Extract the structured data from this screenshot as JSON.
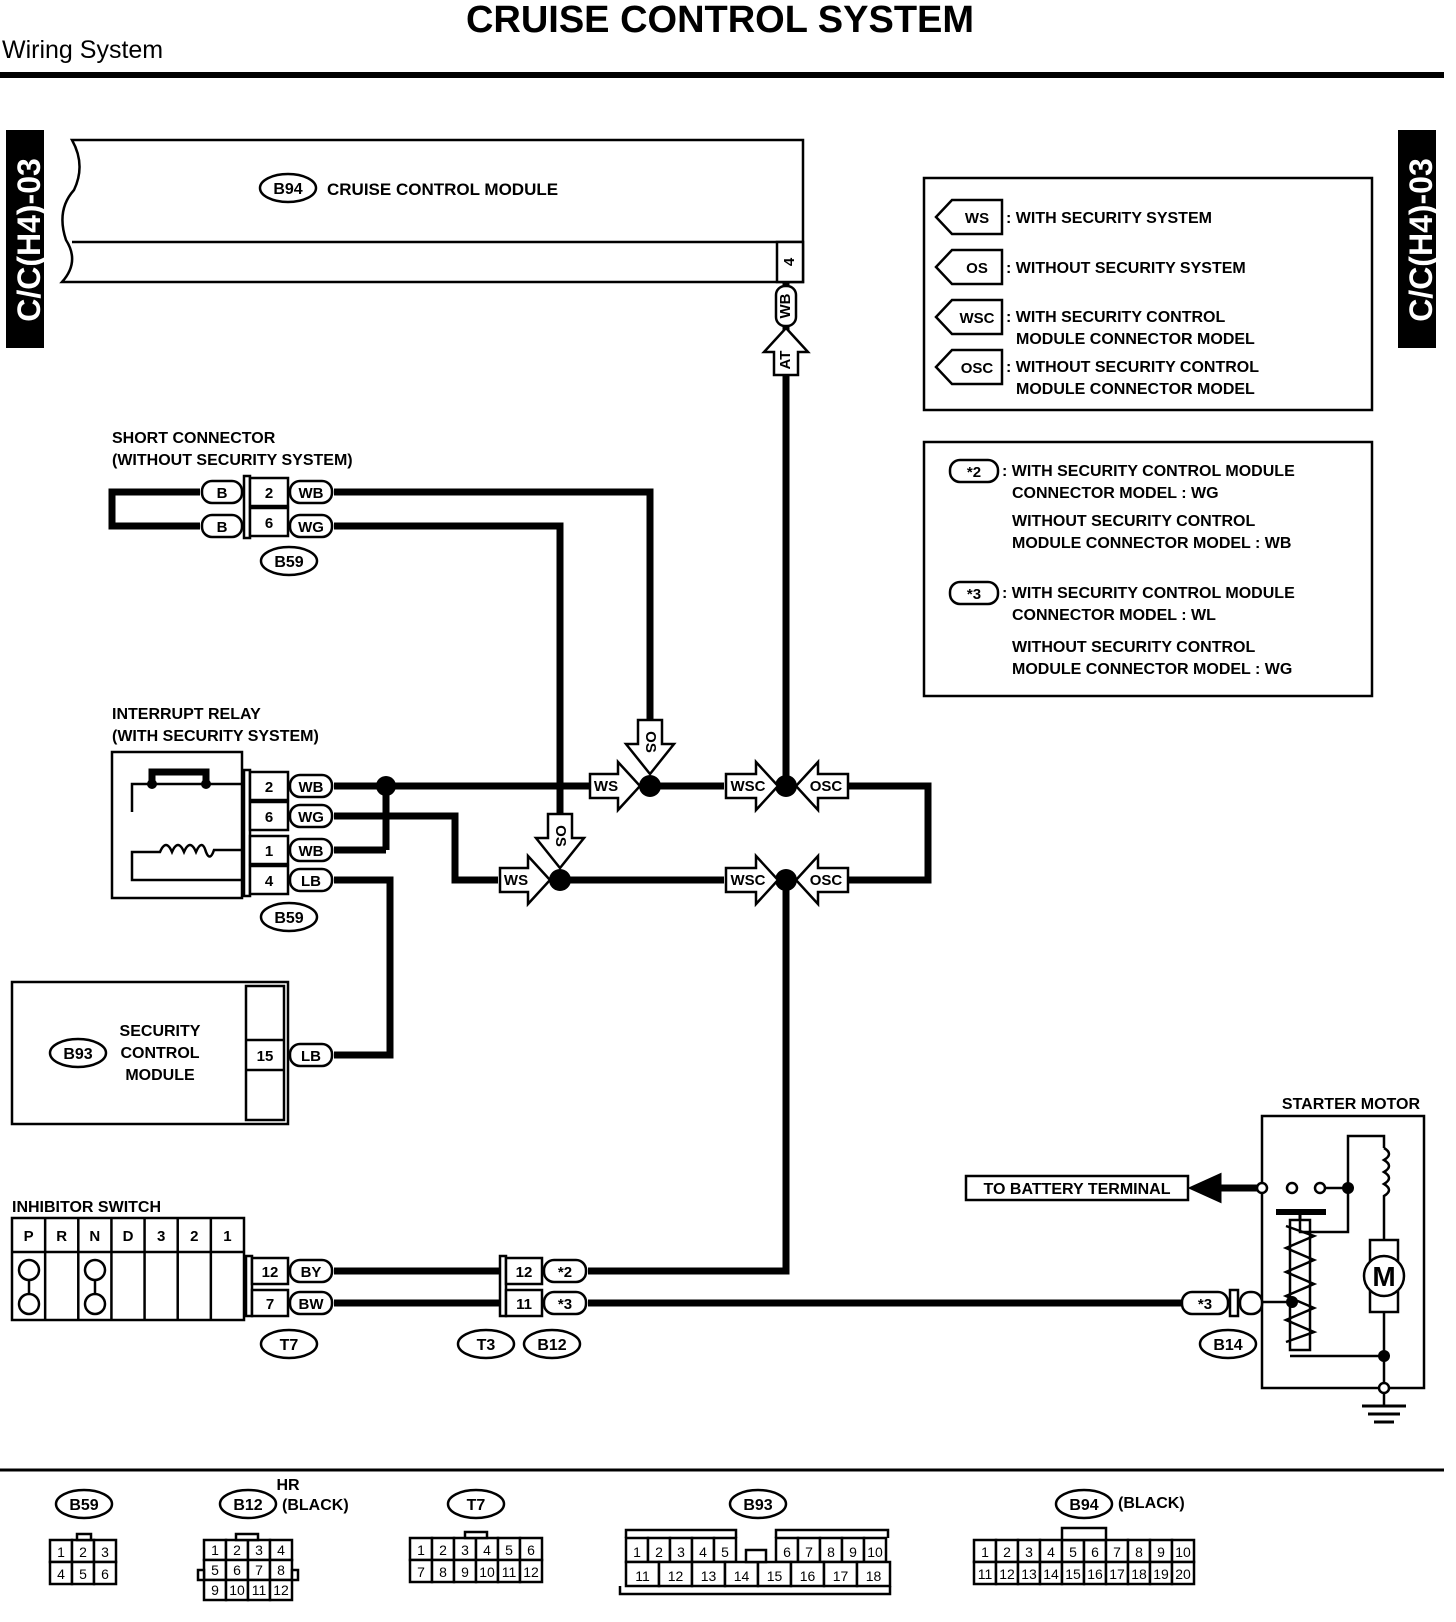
{
  "header": {
    "title": "CRUISE CONTROL SYSTEM",
    "subtitle": "Wiring System",
    "side_tab": "C/C(H4)-03"
  },
  "module": {
    "id": "B94",
    "name": "CRUISE CONTROL MODULE",
    "pin": "4",
    "wire": "WB",
    "tag": "AT"
  },
  "legend1": {
    "ws": {
      "tag": "WS",
      "text": ": WITH SECURITY SYSTEM"
    },
    "os": {
      "tag": "OS",
      "text": ": WITHOUT SECURITY SYSTEM"
    },
    "wsc": {
      "tag": "WSC",
      "line1": ": WITH SECURITY CONTROL",
      "line2": "MODULE CONNECTOR MODEL"
    },
    "osc": {
      "tag": "OSC",
      "line1": ": WITHOUT SECURITY CONTROL",
      "line2": "MODULE CONNECTOR MODEL"
    }
  },
  "legend2": {
    "n2": {
      "tag": "*2",
      "l1": ": WITH SECURITY CONTROL MODULE",
      "l2": "CONNECTOR MODEL   :  WG",
      "l3": "WITHOUT SECURITY CONTROL",
      "l4": "MODULE CONNECTOR MODEL   :  WB"
    },
    "n3": {
      "tag": "*3",
      "l1": ": WITH SECURITY CONTROL MODULE",
      "l2": "CONNECTOR MODEL   :  WL",
      "l3": "WITHOUT SECURITY CONTROL",
      "l4": "MODULE CONNECTOR MODEL    :  WG"
    }
  },
  "short_connector": {
    "title1": "SHORT CONNECTOR",
    "title2": "(WITHOUT SECURITY SYSTEM)",
    "connector": "B59",
    "b": "B",
    "pins": [
      {
        "pin": "2",
        "wire": "WB"
      },
      {
        "pin": "6",
        "wire": "WG"
      }
    ]
  },
  "relay": {
    "title1": "INTERRUPT RELAY",
    "title2": "(WITH SECURITY SYSTEM)",
    "connector": "B59",
    "pins": [
      {
        "pin": "2",
        "wire": "WB"
      },
      {
        "pin": "6",
        "wire": "WG"
      },
      {
        "pin": "1",
        "wire": "WB"
      },
      {
        "pin": "4",
        "wire": "LB"
      }
    ]
  },
  "security": {
    "id": "B93",
    "l1": "SECURITY",
    "l2": "CONTROL",
    "l3": "MODULE",
    "pin": "15",
    "wire": "LB"
  },
  "junction_tags": {
    "ws": "WS",
    "os": "OS",
    "wsc": "WSC",
    "osc": "OSC"
  },
  "inhibitor": {
    "title": "INHIBITOR SWITCH",
    "positions": [
      "P",
      "R",
      "N",
      "D",
      "3",
      "2",
      "1"
    ],
    "connector": "T7",
    "pins": [
      {
        "pin": "12",
        "wire": "BY"
      },
      {
        "pin": "7",
        "wire": "BW"
      }
    ]
  },
  "mid_connector": {
    "ids": [
      "T3",
      "B12"
    ],
    "pins": [
      {
        "pin": "12",
        "wire": "*2"
      },
      {
        "pin": "11",
        "wire": "*3"
      }
    ]
  },
  "starter": {
    "title": "STARTER MOTOR",
    "battery": "TO BATTERY TERMINAL",
    "connector": "B14",
    "wire": "*3",
    "motor": "M"
  },
  "connectors_view": {
    "b59": {
      "id": "B59",
      "row1": [
        "1",
        "2",
        "3"
      ],
      "row2": [
        "4",
        "5",
        "6"
      ]
    },
    "b12": {
      "id": "B12",
      "hr": "HR",
      "color": "(BLACK)",
      "row1": [
        "1",
        "2",
        "3",
        "4"
      ],
      "row2": [
        "5",
        "6",
        "7",
        "8"
      ],
      "row3": [
        "9",
        "10",
        "11",
        "12"
      ]
    },
    "t7": {
      "id": "T7",
      "row1": [
        "1",
        "2",
        "3",
        "4",
        "5",
        "6"
      ],
      "row2": [
        "7",
        "8",
        "9",
        "10",
        "11",
        "12"
      ]
    },
    "b93": {
      "id": "B93",
      "row1": [
        "1",
        "2",
        "3",
        "4",
        "5",
        "6",
        "7",
        "8",
        "9",
        "10"
      ],
      "row2": [
        "11",
        "12",
        "13",
        "14",
        "15",
        "16",
        "17",
        "18"
      ]
    },
    "b94": {
      "id": "B94",
      "color": "(BLACK)",
      "row1": [
        "1",
        "2",
        "3",
        "4",
        "5",
        "6",
        "7",
        "8",
        "9",
        "10"
      ],
      "row2": [
        "11",
        "12",
        "13",
        "14",
        "15",
        "16",
        "17",
        "18",
        "19",
        "20"
      ]
    }
  }
}
